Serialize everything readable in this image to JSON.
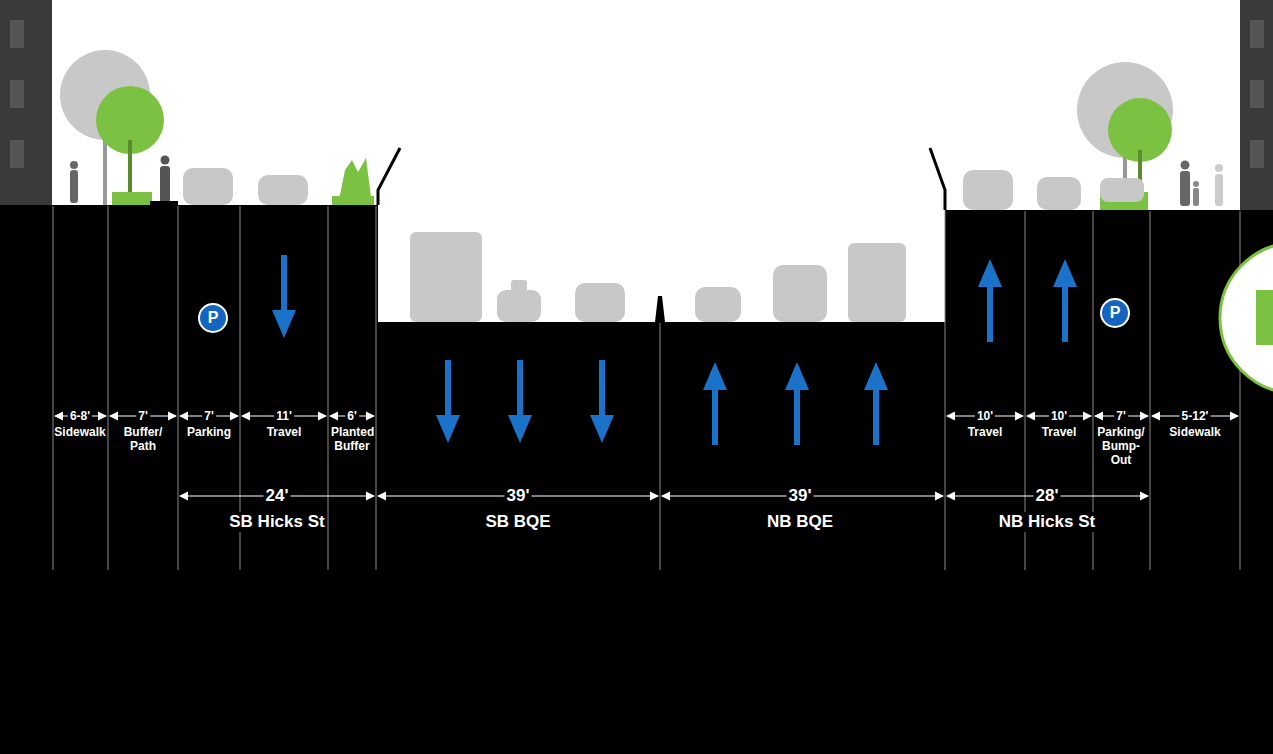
{
  "diagram": {
    "nodes": [
      {
        "text": [
          "P"
        ]
      },
      {
        "text": [
          "P"
        ]
      }
    ],
    "labels": [
      "6-8'",
      "Sidewalk",
      "7'",
      "Buffer/ Path",
      "7'",
      "Parking",
      "11'",
      "Travel",
      "6'",
      "Planted Buffer",
      "24'",
      "SB Hicks St",
      "39'",
      "SB BQE",
      "39'",
      "NB BQE",
      "10'",
      "Travel",
      "10'",
      "Travel",
      "7'",
      "Parking/ Bump- Out",
      "5-12'",
      "Sidewalk",
      "28'",
      "NB Hicks St"
    ]
  }
}
